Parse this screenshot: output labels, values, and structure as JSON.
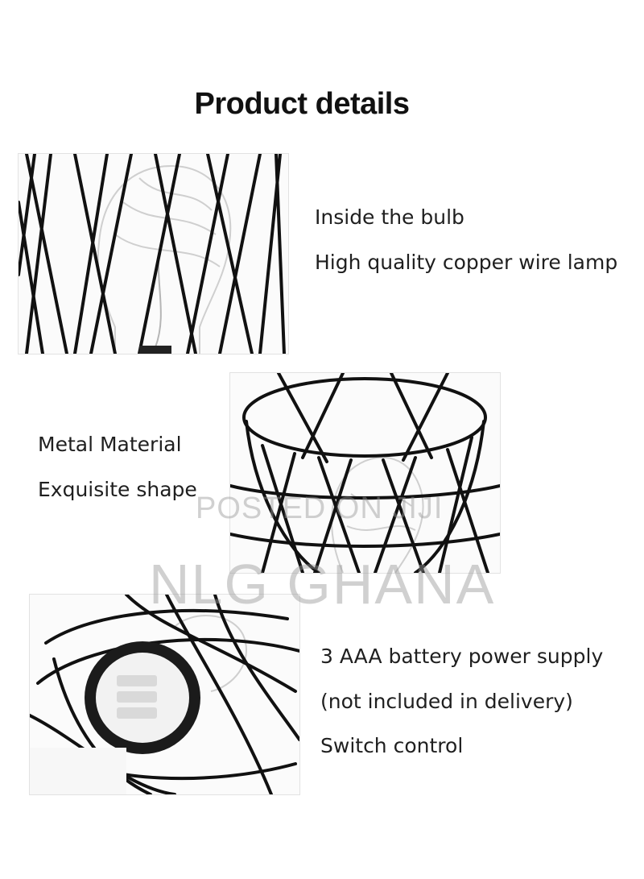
{
  "title": "Product details",
  "sections": [
    {
      "lines": [
        "Inside the bulb",
        "High quality copper wire lamp"
      ]
    },
    {
      "lines": [
        "Metal Material",
        "Exquisite shape"
      ]
    },
    {
      "lines": [
        "3 AAA battery power supply",
        "(not included in delivery)",
        "Switch control"
      ]
    }
  ],
  "watermark": {
    "small": "POSTED ON JIJI",
    "large": "NLG GHANA"
  },
  "colors": {
    "wire": "#111111",
    "glass": "#c9c9c9",
    "text": "#1f1f1f"
  }
}
